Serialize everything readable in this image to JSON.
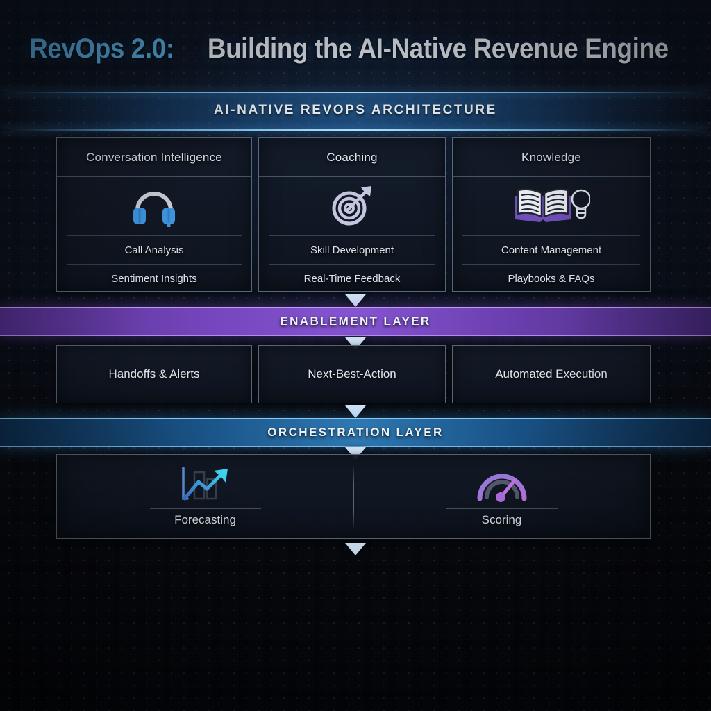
{
  "title": {
    "accent": "RevOps 2.0:",
    "main": "Building the AI-Native Revenue Engine"
  },
  "architecture_banner": {
    "label": "AI-NATIVE REVOPS ARCHITECTURE"
  },
  "top_cards": [
    {
      "header": "Conversation Intelligence",
      "icon": "headset-icon",
      "rows": [
        "Call Analysis",
        "Sentiment Insights"
      ]
    },
    {
      "header": "Coaching",
      "icon": "target-arrow-icon",
      "rows": [
        "Skill Development",
        "Real-Time Feedback"
      ]
    },
    {
      "header": "Knowledge",
      "icon": "open-book-lightbulb-icon",
      "rows": [
        "Content Management",
        "Playbooks & FAQs"
      ]
    }
  ],
  "bands": {
    "enablement": "ENABLEMENT LAYER",
    "orchestration": "ORCHESTRATION LAYER"
  },
  "mid_cards": [
    {
      "label": "Handoffs & Alerts"
    },
    {
      "label": "Next-Best-Action"
    },
    {
      "label": "Automated Execution"
    }
  ],
  "bottom_panel": [
    {
      "label": "Forecasting",
      "icon": "growth-chart-arrow-icon"
    },
    {
      "label": "Scoring",
      "icon": "gauge-meter-icon"
    }
  ],
  "colors": {
    "title_accent": "#54a6d8",
    "title_main": "#d8dde4",
    "enablement_band": "#8856d4",
    "orchestration_band": "#307cb6",
    "arrow": "#cfe2f4",
    "card_border": "#96a8be",
    "background": "#05070c",
    "headset_icon": "#4a9fe0",
    "target_icon": "#c3c6de",
    "book_icon": "#7a5ec0",
    "forecast_icon": "#3fc6e8",
    "gauge_icon": "#b06fe0"
  }
}
